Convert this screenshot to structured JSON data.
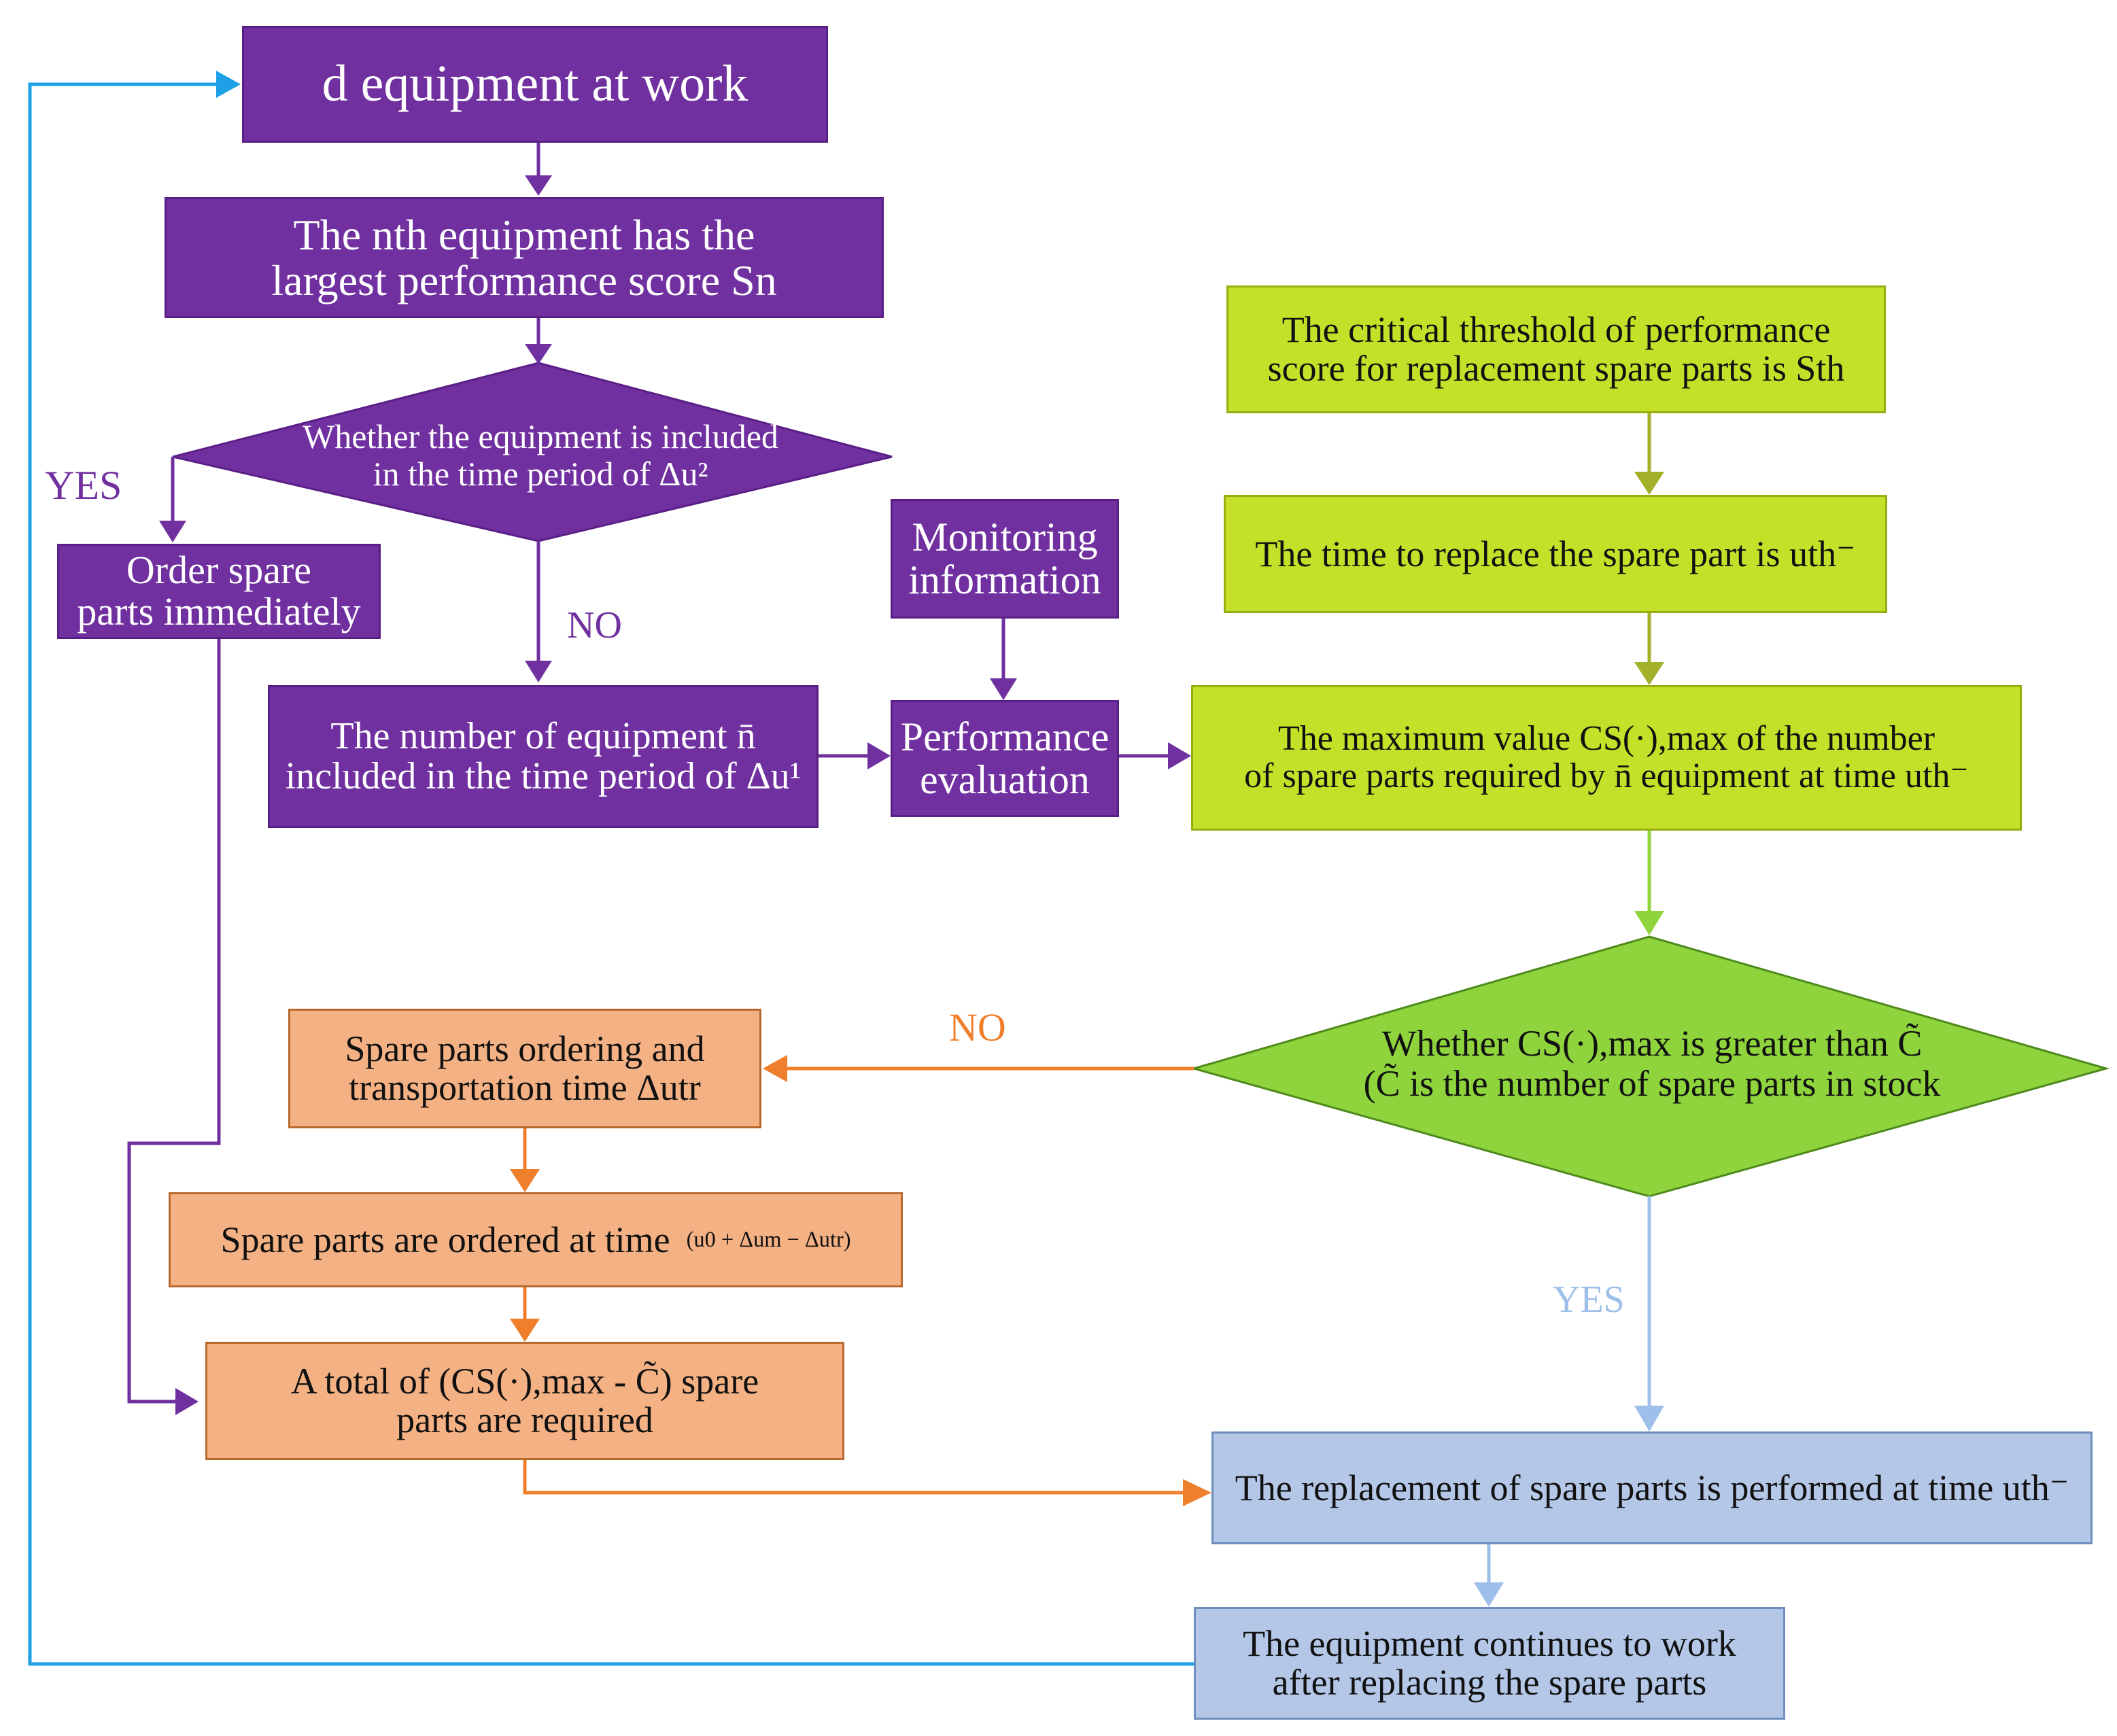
{
  "nodes": {
    "start": {
      "text": "d equipment at work"
    },
    "largest": {
      "line1": "The nth equipment has the",
      "line2": "largest performance score Sn"
    },
    "decision1": {
      "line1": "Whether the equipment is included",
      "line2": "in the time period of Δu²"
    },
    "order_now": {
      "line1": "Order spare",
      "line2": "parts immediately"
    },
    "count": {
      "line1": "The number of equipment n̄",
      "line2": "included in the time period of Δu¹"
    },
    "monitoring": {
      "line1": "Monitoring",
      "line2": "information"
    },
    "evaluation": {
      "line1": "Performance",
      "line2": "evaluation"
    },
    "threshold": {
      "line1": "The critical threshold of performance",
      "line2": "score for replacement spare parts is Sth"
    },
    "replace_time": {
      "text": "The time to replace the spare part is uth⁻"
    },
    "max_value": {
      "line1": "The maximum value  CS(·),max  of the number",
      "line2": "of spare parts required by n̄ equipment at time  uth⁻"
    },
    "decision2": {
      "line1": "Whether CS(·),max is greater than C̃",
      "line2": "(C̃ is the number of spare parts in stock"
    },
    "transport": {
      "line1": "Spare parts ordering and",
      "line2": "transportation time Δutr"
    },
    "ordered_at": {
      "text": "Spare parts are ordered at time",
      "formula": "(u0 + Δum − Δutr)"
    },
    "total": {
      "line1": "A total of  (CS(·),max - C̃)  spare",
      "line2": "parts are required"
    },
    "replacement": {
      "text": "The replacement of spare parts is performed at time  uth⁻"
    },
    "continue": {
      "line1": "The equipment continues to work",
      "line2": "after replacing the spare parts"
    }
  },
  "labels": {
    "yes_left": "YES",
    "no_center": "NO",
    "no_orange": "NO",
    "yes_blue": "YES"
  },
  "colors": {
    "purple": "#7030a0",
    "lime": "#c5e028",
    "green_diamond": "#8fd43c",
    "orange": "#f4b183",
    "blue": "#b4c7e7",
    "arrow_purple": "#7030a0",
    "arrow_olive": "#a3b02a",
    "arrow_green": "#8fd43c",
    "arrow_orange": "#f07f2c",
    "arrow_blue": "#9dbfe9",
    "arrow_cyan": "#1ea0e6"
  }
}
